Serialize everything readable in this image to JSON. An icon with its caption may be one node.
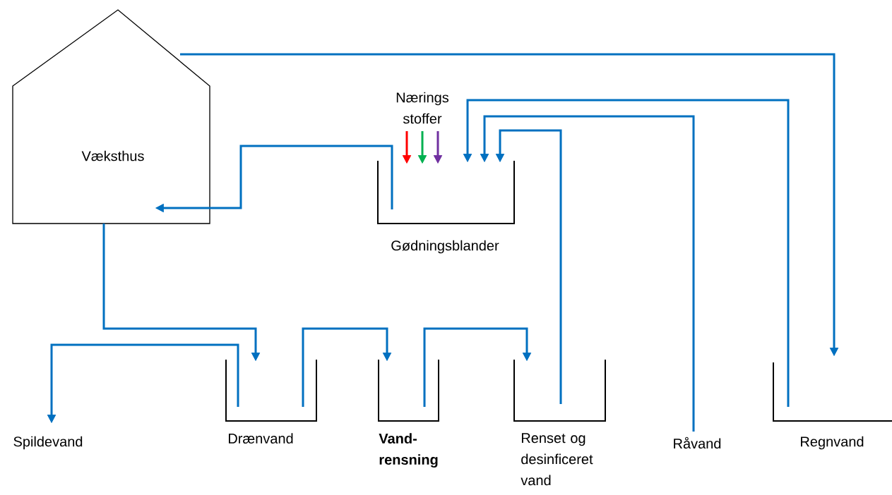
{
  "diagram": {
    "nodes": [
      {
        "text": [
          "Væksthus"
        ]
      },
      {
        "text": [
          "Gødningsblander"
        ]
      },
      {
        "text": [
          "Nærings stoffer"
        ]
      },
      {
        "text": [
          "Drænvand"
        ]
      },
      {
        "text": [
          "Vand- rensning"
        ]
      },
      {
        "text": [
          "Renset og desinficeret vand"
        ]
      },
      {
        "text": [
          "Råvand"
        ]
      },
      {
        "text": [
          "Regnvand"
        ]
      },
      {
        "text": [
          "Spildevand"
        ]
      }
    ],
    "edges": [
      {
        "from": 0,
        "to": 3,
        "arrow": "to"
      },
      {
        "from": 3,
        "to": 8,
        "arrow": "to"
      },
      {
        "from": 3,
        "to": 4,
        "arrow": "to"
      },
      {
        "from": 4,
        "to": 5,
        "arrow": "to"
      },
      {
        "from": 5,
        "to": 1,
        "arrow": "to"
      },
      {
        "from": 6,
        "to": 1,
        "arrow": "to"
      },
      {
        "from": 7,
        "to": 1,
        "arrow": "to"
      },
      {
        "from": 1,
        "to": 0,
        "arrow": "to"
      },
      {
        "from": 0,
        "to": 7,
        "arrow": "to"
      },
      {
        "from": 2,
        "to": 1,
        "arrow": "to",
        "color": "#ff0000"
      },
      {
        "from": 2,
        "to": 1,
        "arrow": "to",
        "color": "#00b050"
      },
      {
        "from": 2,
        "to": 1,
        "arrow": "to",
        "color": "#7030a0"
      }
    ]
  }
}
